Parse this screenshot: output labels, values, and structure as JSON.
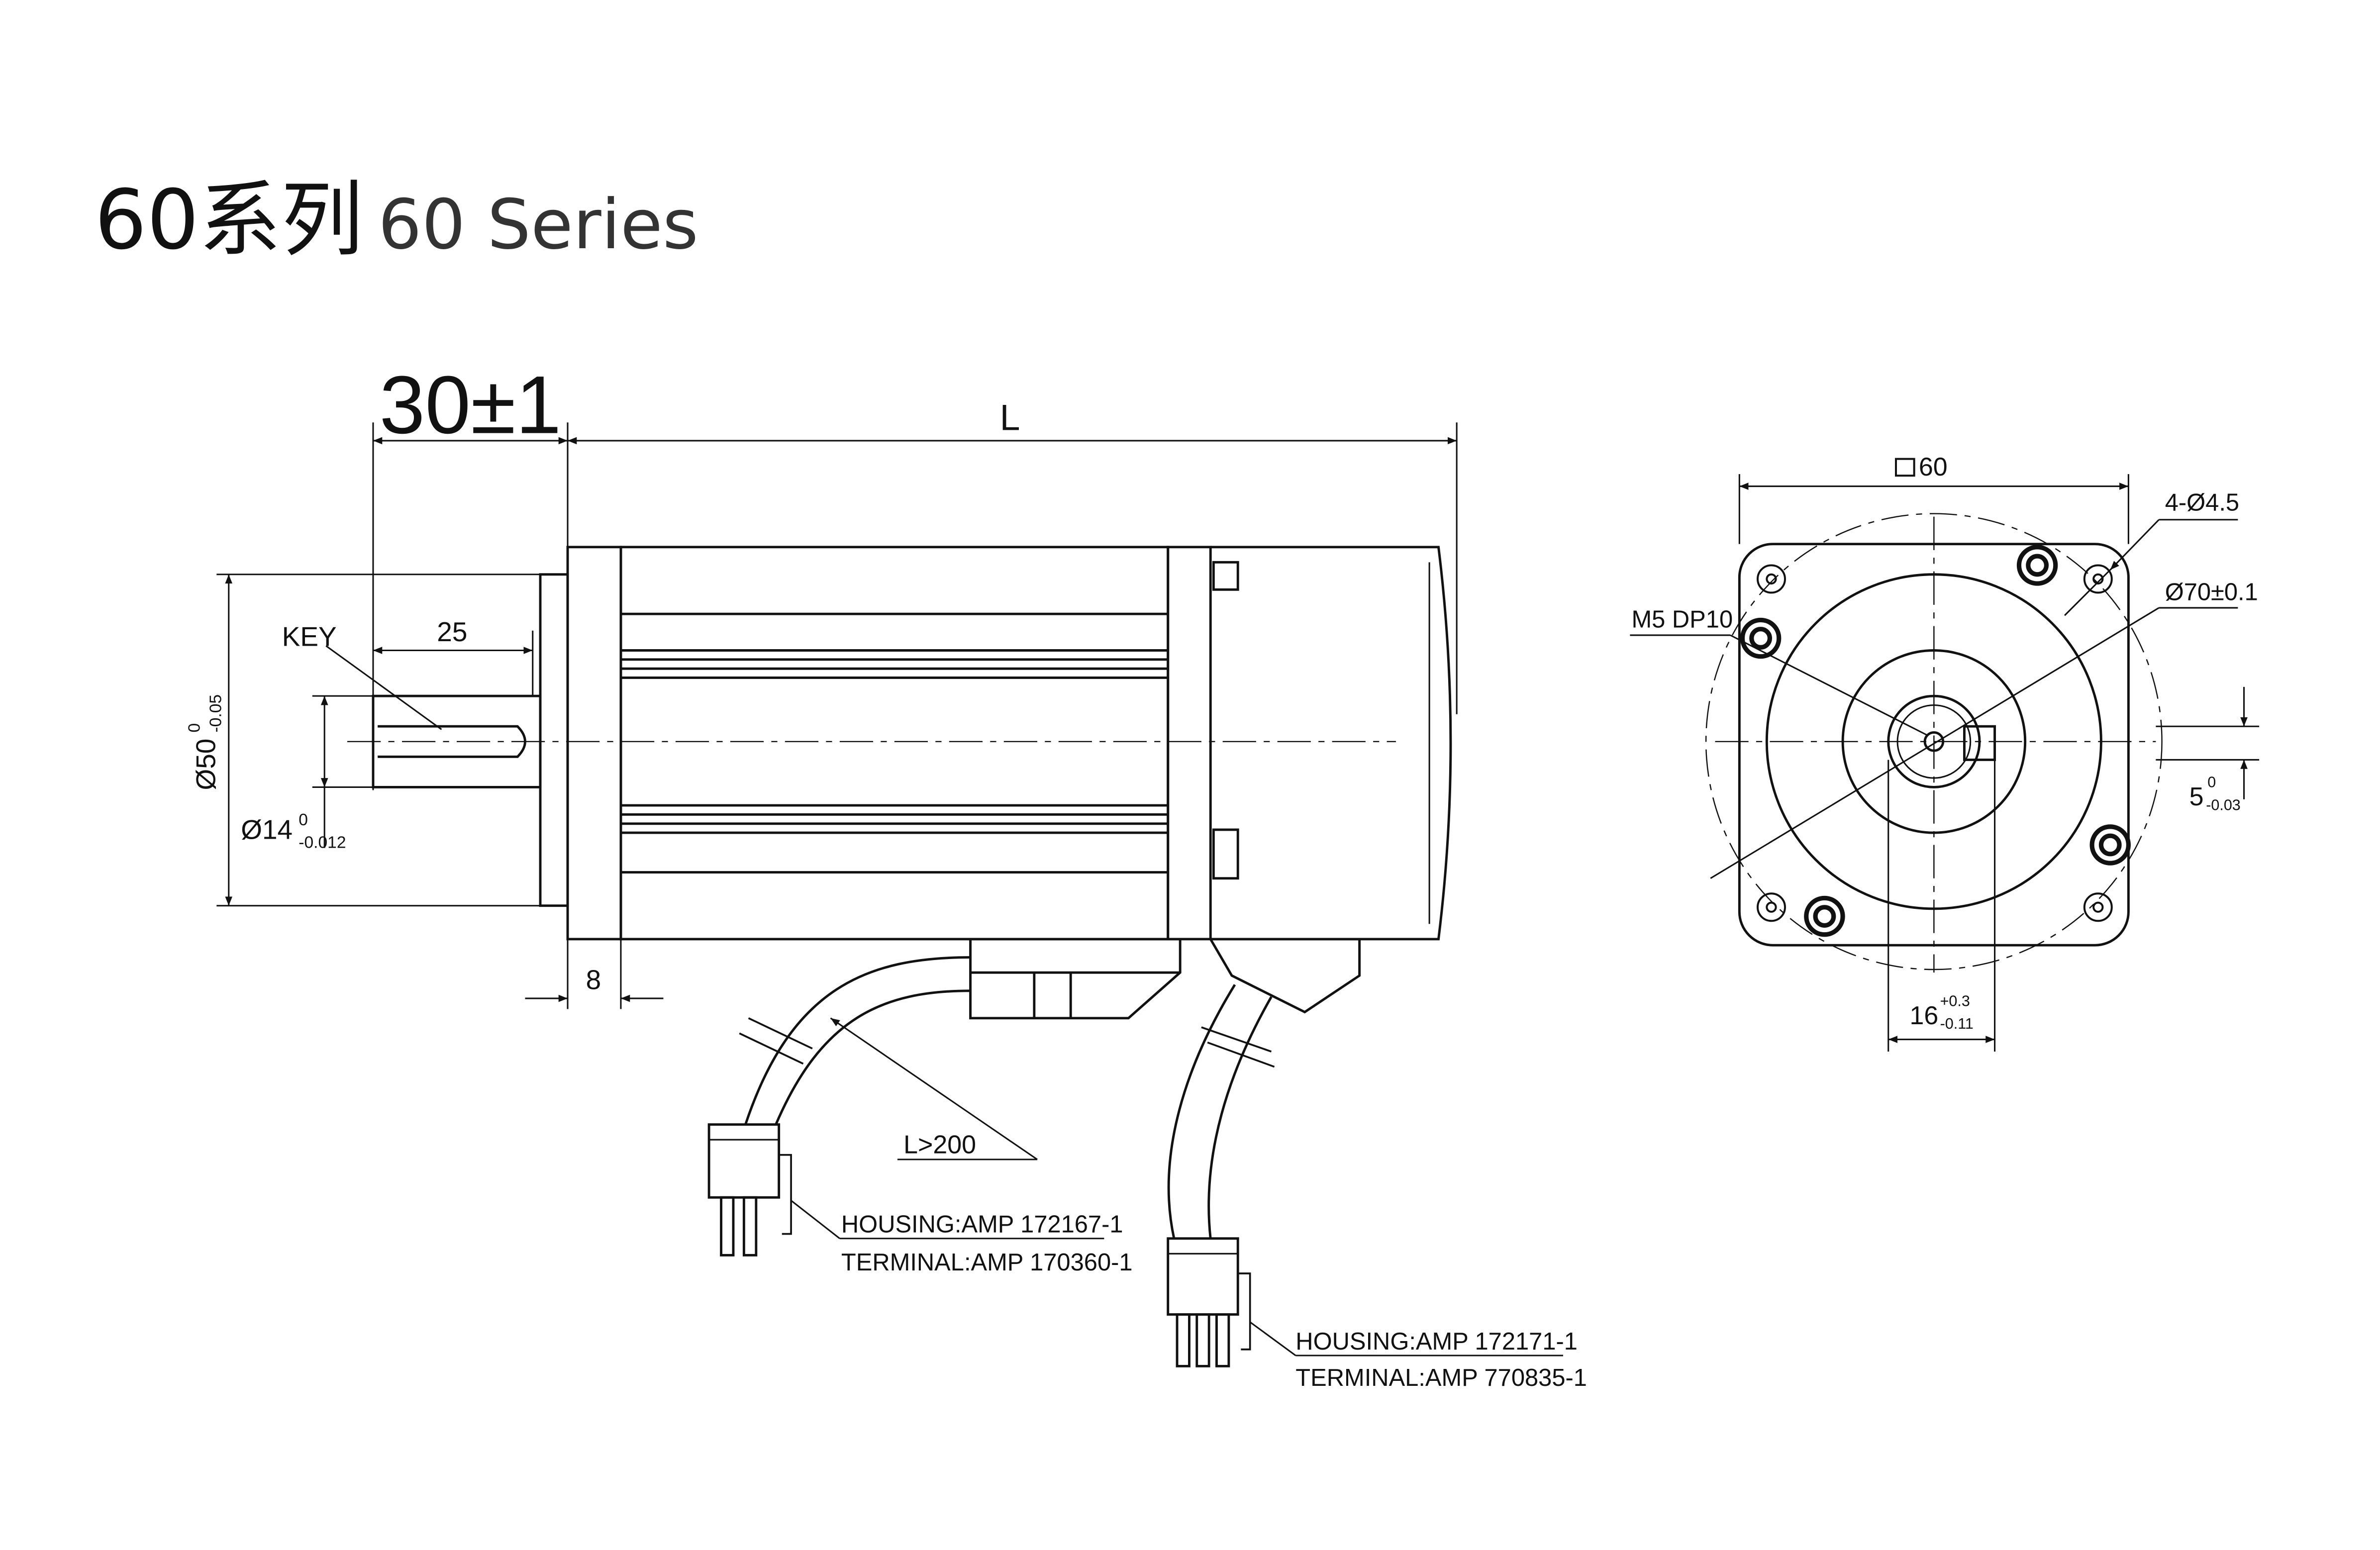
{
  "title": {
    "cn": "60系列",
    "en": "60 Series"
  },
  "side_view": {
    "dim_shaft_length": "30±1",
    "dim_body_length": "L",
    "key_label": "KEY",
    "dim_key_length": "25",
    "dim_flange_diameter": "Ø50",
    "dim_flange_diameter_upper": "0",
    "dim_flange_diameter_lower": "-0.05",
    "dim_shaft_diameter": "Ø14",
    "dim_shaft_diameter_upper": "0",
    "dim_shaft_diameter_lower": "-0.012",
    "dim_flange_thickness": "8",
    "dim_cable_length": "L>200",
    "connector1": {
      "housing": "HOUSING:AMP 172167-1",
      "terminal": "TERMINAL:AMP 170360-1"
    },
    "connector2": {
      "housing": "HOUSING:AMP 172171-1",
      "terminal": "TERMINAL:AMP 770835-1"
    }
  },
  "front_view": {
    "dim_square": "60",
    "dim_holes": "4-Ø4.5",
    "dim_pcd": "Ø70±0.1",
    "dim_thread": "M5 DP10",
    "dim_key_width": "5",
    "dim_key_width_upper": "0",
    "dim_key_width_lower": "-0.03",
    "dim_key_height": "16",
    "dim_key_height_upper": "+0.3",
    "dim_key_height_lower": "-0.11"
  },
  "colors": {
    "line": "#111111",
    "background": "#ffffff"
  }
}
